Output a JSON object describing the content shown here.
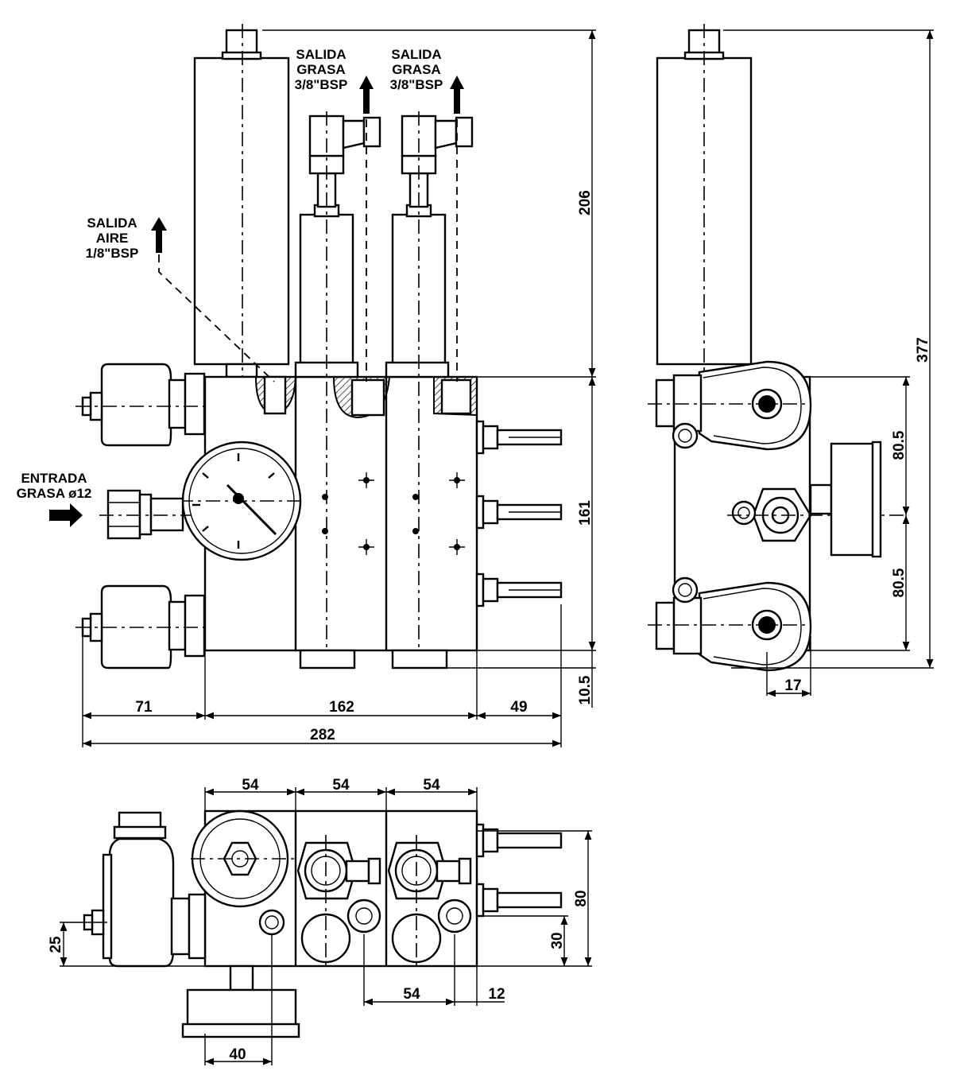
{
  "labels": {
    "salida_grasa_1": [
      "SALIDA",
      "GRASA",
      "3/8\"BSP"
    ],
    "salida_grasa_2": [
      "SALIDA",
      "GRASA",
      "3/8\"BSP"
    ],
    "salida_aire": [
      "SALIDA",
      "AIRE",
      "1/8\"BSP"
    ],
    "entrada_grasa": [
      "ENTRADA",
      "GRASA ø12"
    ]
  },
  "dimensions": {
    "front_height_upper": "206",
    "front_height_total": "377",
    "front_block_height": "161",
    "front_bottom_offset": "10.5",
    "front_width_left": "71",
    "front_width_mid": "162",
    "front_width_right": "49",
    "front_width_total": "282",
    "side_upper": "80.5",
    "side_lower": "80.5",
    "side_offset": "17",
    "bottom_module_1": "54",
    "bottom_module_2": "54",
    "bottom_module_3": "54",
    "bottom_height": "80",
    "bottom_port_height": "30",
    "bottom_left_height": "25",
    "bottom_pitch": "54",
    "bottom_edge": "12",
    "bottom_gauge_width": "40"
  }
}
